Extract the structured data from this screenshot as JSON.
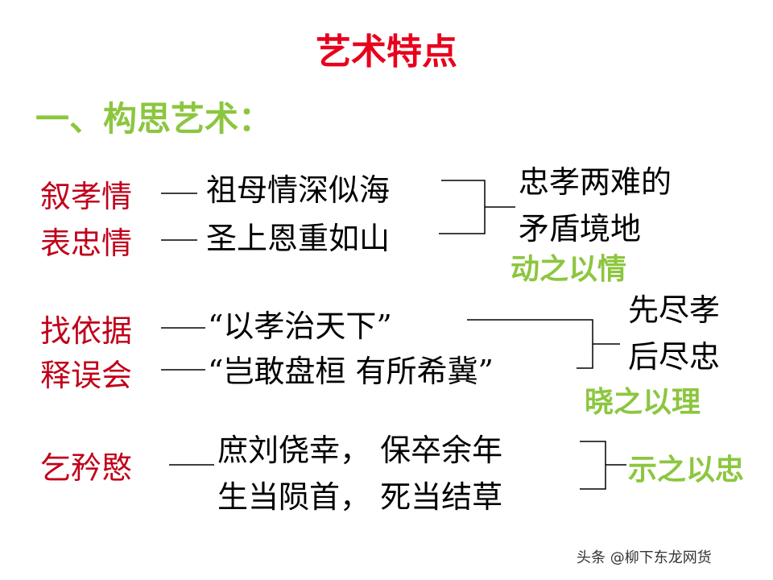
{
  "title": "艺术特点",
  "heading": "一、构思艺术：",
  "group1": {
    "labels": [
      "叙孝情",
      "表忠情"
    ],
    "items": [
      "祖母情深似海",
      "圣上恩重如山"
    ],
    "result": [
      "忠孝两难的",
      "矛盾境地"
    ],
    "tag": "动之以情"
  },
  "group2": {
    "labels": [
      "找依据",
      "释误会"
    ],
    "items": [
      "“以孝治天下”",
      "“岂敢盘桓 有所希冀”"
    ],
    "result": [
      "先尽孝",
      "后尽忠"
    ],
    "tag": "晓之以理"
  },
  "group3": {
    "label": "乞矜愍",
    "items": [
      "庶刘侥幸，  保卒余年",
      "生当陨首，  死当结草"
    ],
    "tag": "示之以忠"
  },
  "watermark": "头条 @柳下东龙网货",
  "colors": {
    "title": "#e8001c",
    "heading": "#8cc63f",
    "labels": "#c0001a",
    "tags": "#8cc63f"
  }
}
